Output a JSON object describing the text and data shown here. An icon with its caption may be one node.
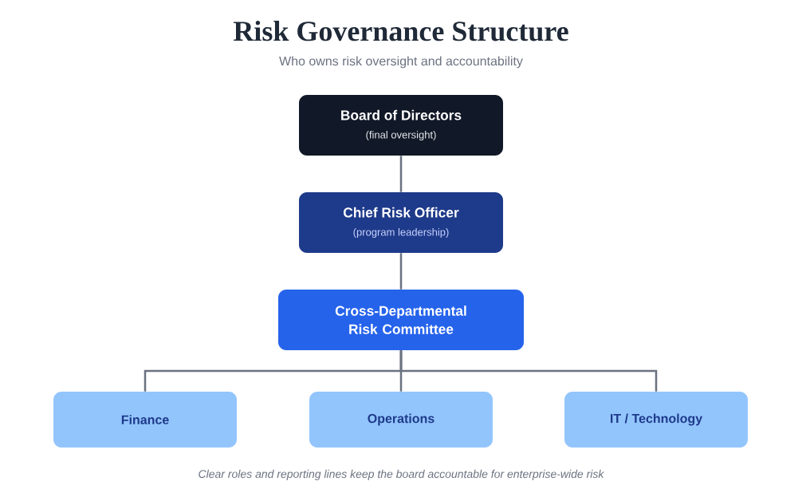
{
  "diagram": {
    "title": "Risk Governance Structure",
    "caption": "Clear roles and reporting lines keep the board accountable for enterprise-wide risk",
    "nodes": [
      {
        "text": [
          "Board of Directors",
          "(final oversight)"
        ]
      },
      {
        "text": [
          "Chief Risk Officer",
          "(program leadership)"
        ]
      },
      {
        "text": [
          "Cross-Departmental Risk Committee"
        ]
      },
      {
        "text": [
          "Finance"
        ]
      },
      {
        "text": [
          "Operations"
        ]
      },
      {
        "text": [
          "IT / Technology"
        ]
      }
    ],
    "edges": [
      {
        "from": 0,
        "to": 1,
        "arrow": "none"
      },
      {
        "from": 1,
        "to": 2,
        "arrow": "none"
      },
      {
        "from": 2,
        "to": 3,
        "arrow": "none"
      },
      {
        "from": 2,
        "to": 4,
        "arrow": "none"
      },
      {
        "from": 2,
        "to": 5,
        "arrow": "none"
      }
    ],
    "labels": [
      "Who owns risk oversight and accountability"
    ]
  }
}
